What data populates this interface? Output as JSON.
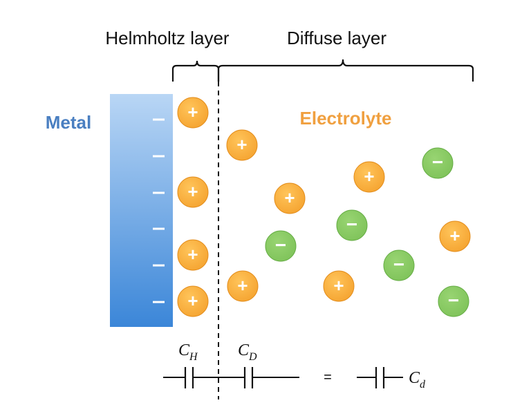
{
  "labels": {
    "helmholtz": "Helmholtz layer",
    "diffuse": "Diffuse layer",
    "metal": "Metal",
    "electrolyte": "Electrolyte"
  },
  "circuit": {
    "ch_main": "C",
    "ch_sub": "H",
    "cd_main": "C",
    "cd_sub": "D",
    "equals": "=",
    "ceq_main": "C",
    "ceq_sub": "d"
  },
  "symbols": {
    "plus": "+",
    "minus": "−"
  },
  "colors": {
    "metal_top": "#b9d6f5",
    "metal_bottom": "#3b86d8",
    "metal_text": "#4a7fc1",
    "electrolyte_text": "#f0a040",
    "cation": "#f5a431",
    "cation_edge": "#e38d1c",
    "anion": "#7fc35a",
    "anion_edge": "#66ad45"
  }
}
